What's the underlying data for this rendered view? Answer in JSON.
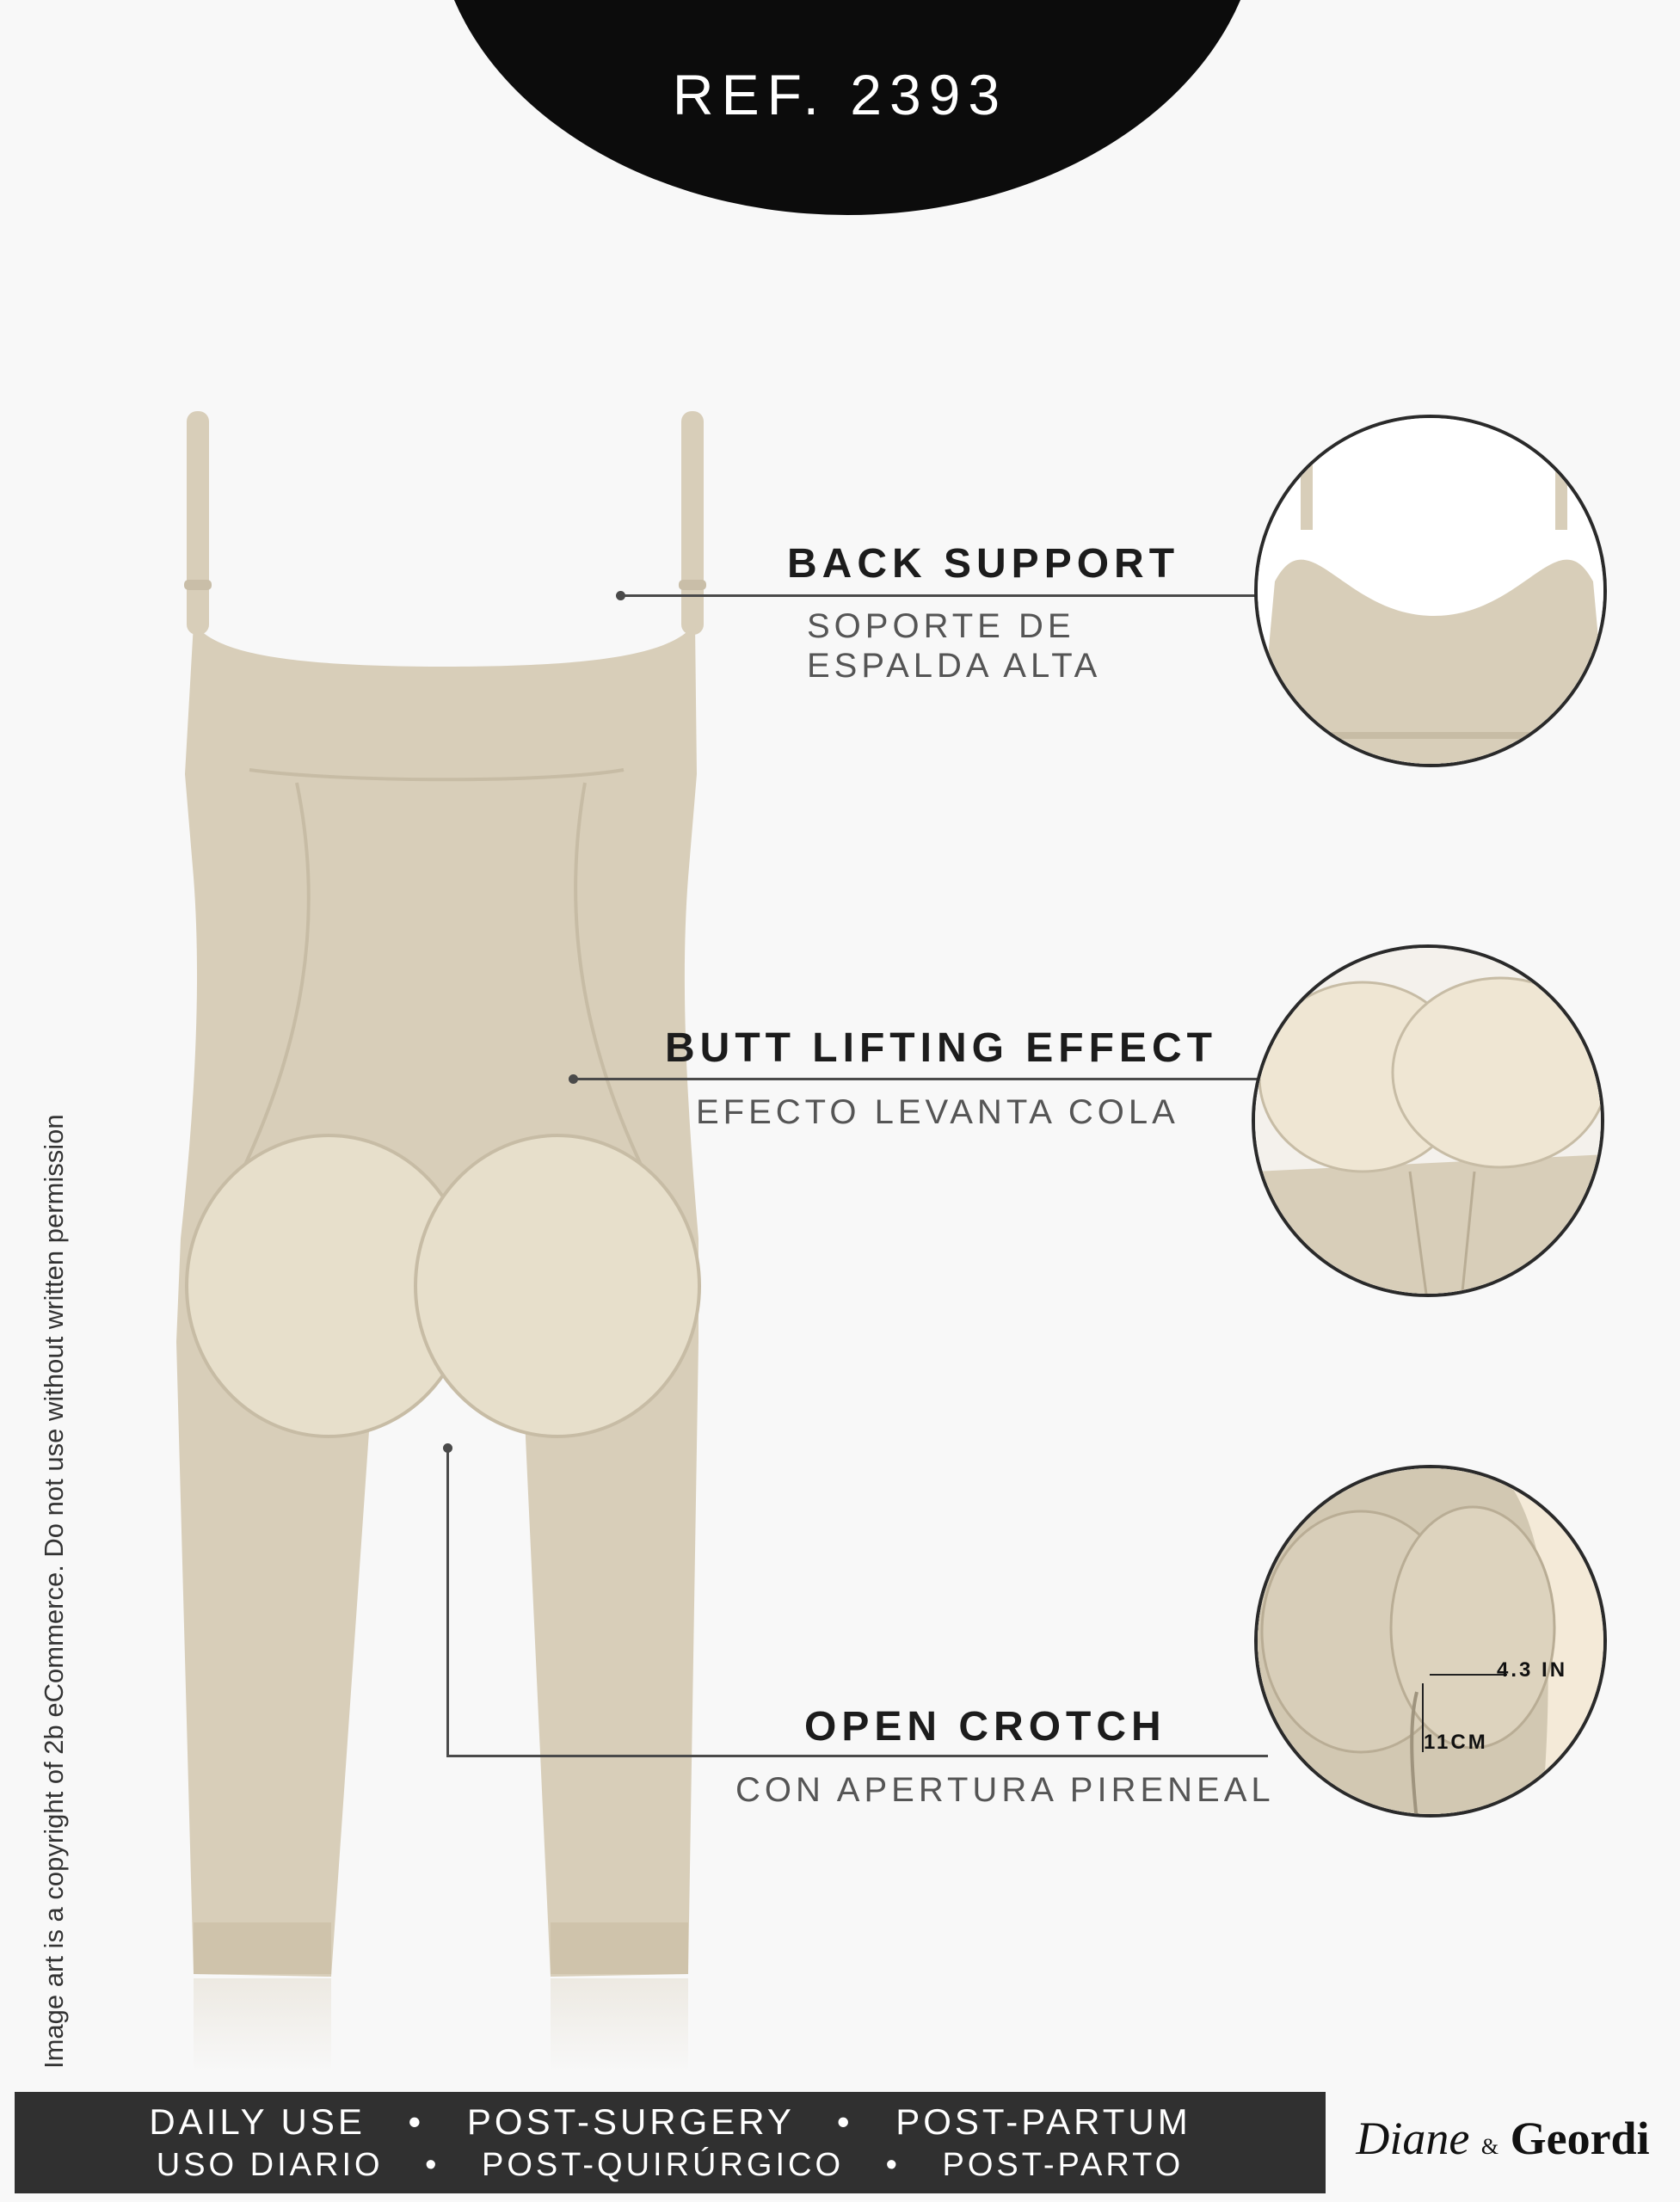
{
  "header": {
    "ref": "REF. 2393"
  },
  "features": [
    {
      "title": "BACK SUPPORT",
      "subtitle_lines": [
        "SOPORTE DE",
        "ESPALDA ALTA"
      ]
    },
    {
      "title": "BUTT LIFTING EFFECT",
      "subtitle_lines": [
        "EFECTO LEVANTA COLA"
      ]
    },
    {
      "title": "OPEN CROTCH",
      "subtitle_lines": [
        "CON APERTURA PIRENEAL"
      ]
    }
  ],
  "detail": {
    "measure_in": "4.3 IN",
    "measure_cm": "11CM"
  },
  "footer": {
    "uses_en": [
      "DAILY USE",
      "POST-SURGERY",
      "POST-PARTUM"
    ],
    "uses_es": [
      "USO DIARIO",
      "POST-QUIRÚRGICO",
      "POST-PARTO"
    ],
    "separator": "•"
  },
  "copyright": "Image art is a copyright of 2b eCommerce. Do not use without written permission",
  "brand": {
    "name1": "Diane",
    "amp": "&",
    "name2": "Geordi"
  },
  "colors": {
    "garment": "#d8ceb9",
    "garment_shadow": "#c7bca5",
    "pad": "#e7dfcb",
    "banner": "#0c0c0c",
    "footer_bar": "#303030"
  }
}
